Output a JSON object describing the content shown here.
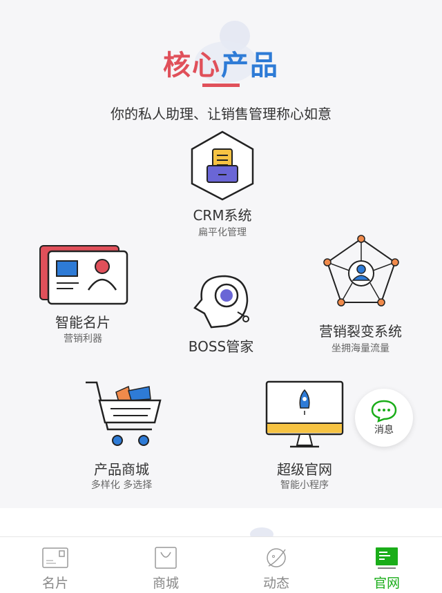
{
  "header": {
    "title_part1": "核心",
    "title_part2": "产品",
    "subtitle": "你的私人助理、让销售管理称心如意"
  },
  "products": [
    {
      "name": "CRM系统",
      "desc": "扁平化管理",
      "icon": "inbox-document-icon"
    },
    {
      "name": "智能名片",
      "desc": "营销利器",
      "icon": "business-card-icon"
    },
    {
      "name": "BOSS管家",
      "desc": "",
      "icon": "robot-head-icon"
    },
    {
      "name": "营销裂变系统",
      "desc": "坐拥海量流量",
      "icon": "network-users-icon"
    },
    {
      "name": "产品商城",
      "desc": "多样化 多选择",
      "icon": "shopping-cart-icon"
    },
    {
      "name": "超级官网",
      "desc": "智能小程序",
      "icon": "monitor-rocket-icon"
    }
  ],
  "message_button": {
    "label": "消息"
  },
  "tabs": [
    {
      "label": "名片"
    },
    {
      "label": "商城"
    },
    {
      "label": "动态"
    },
    {
      "label": "官网",
      "active": true
    }
  ],
  "colors": {
    "red": "#e0505a",
    "blue": "#2e7bd6",
    "active_tab": "#1aad19"
  }
}
